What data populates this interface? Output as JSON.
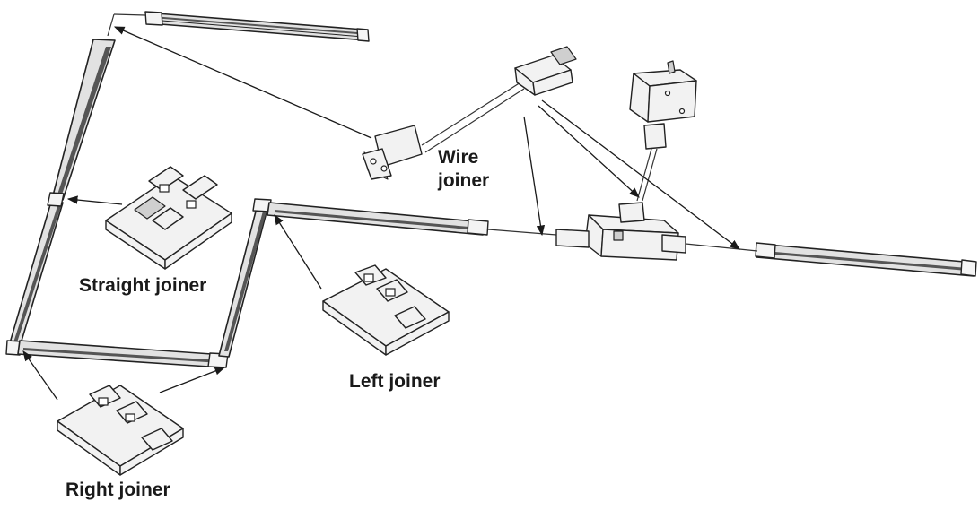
{
  "labels": {
    "wire_joiner": "Wire\njoiner",
    "straight_joiner": "Straight joiner",
    "left_joiner": "Left joiner",
    "right_joiner": "Right joiner"
  }
}
